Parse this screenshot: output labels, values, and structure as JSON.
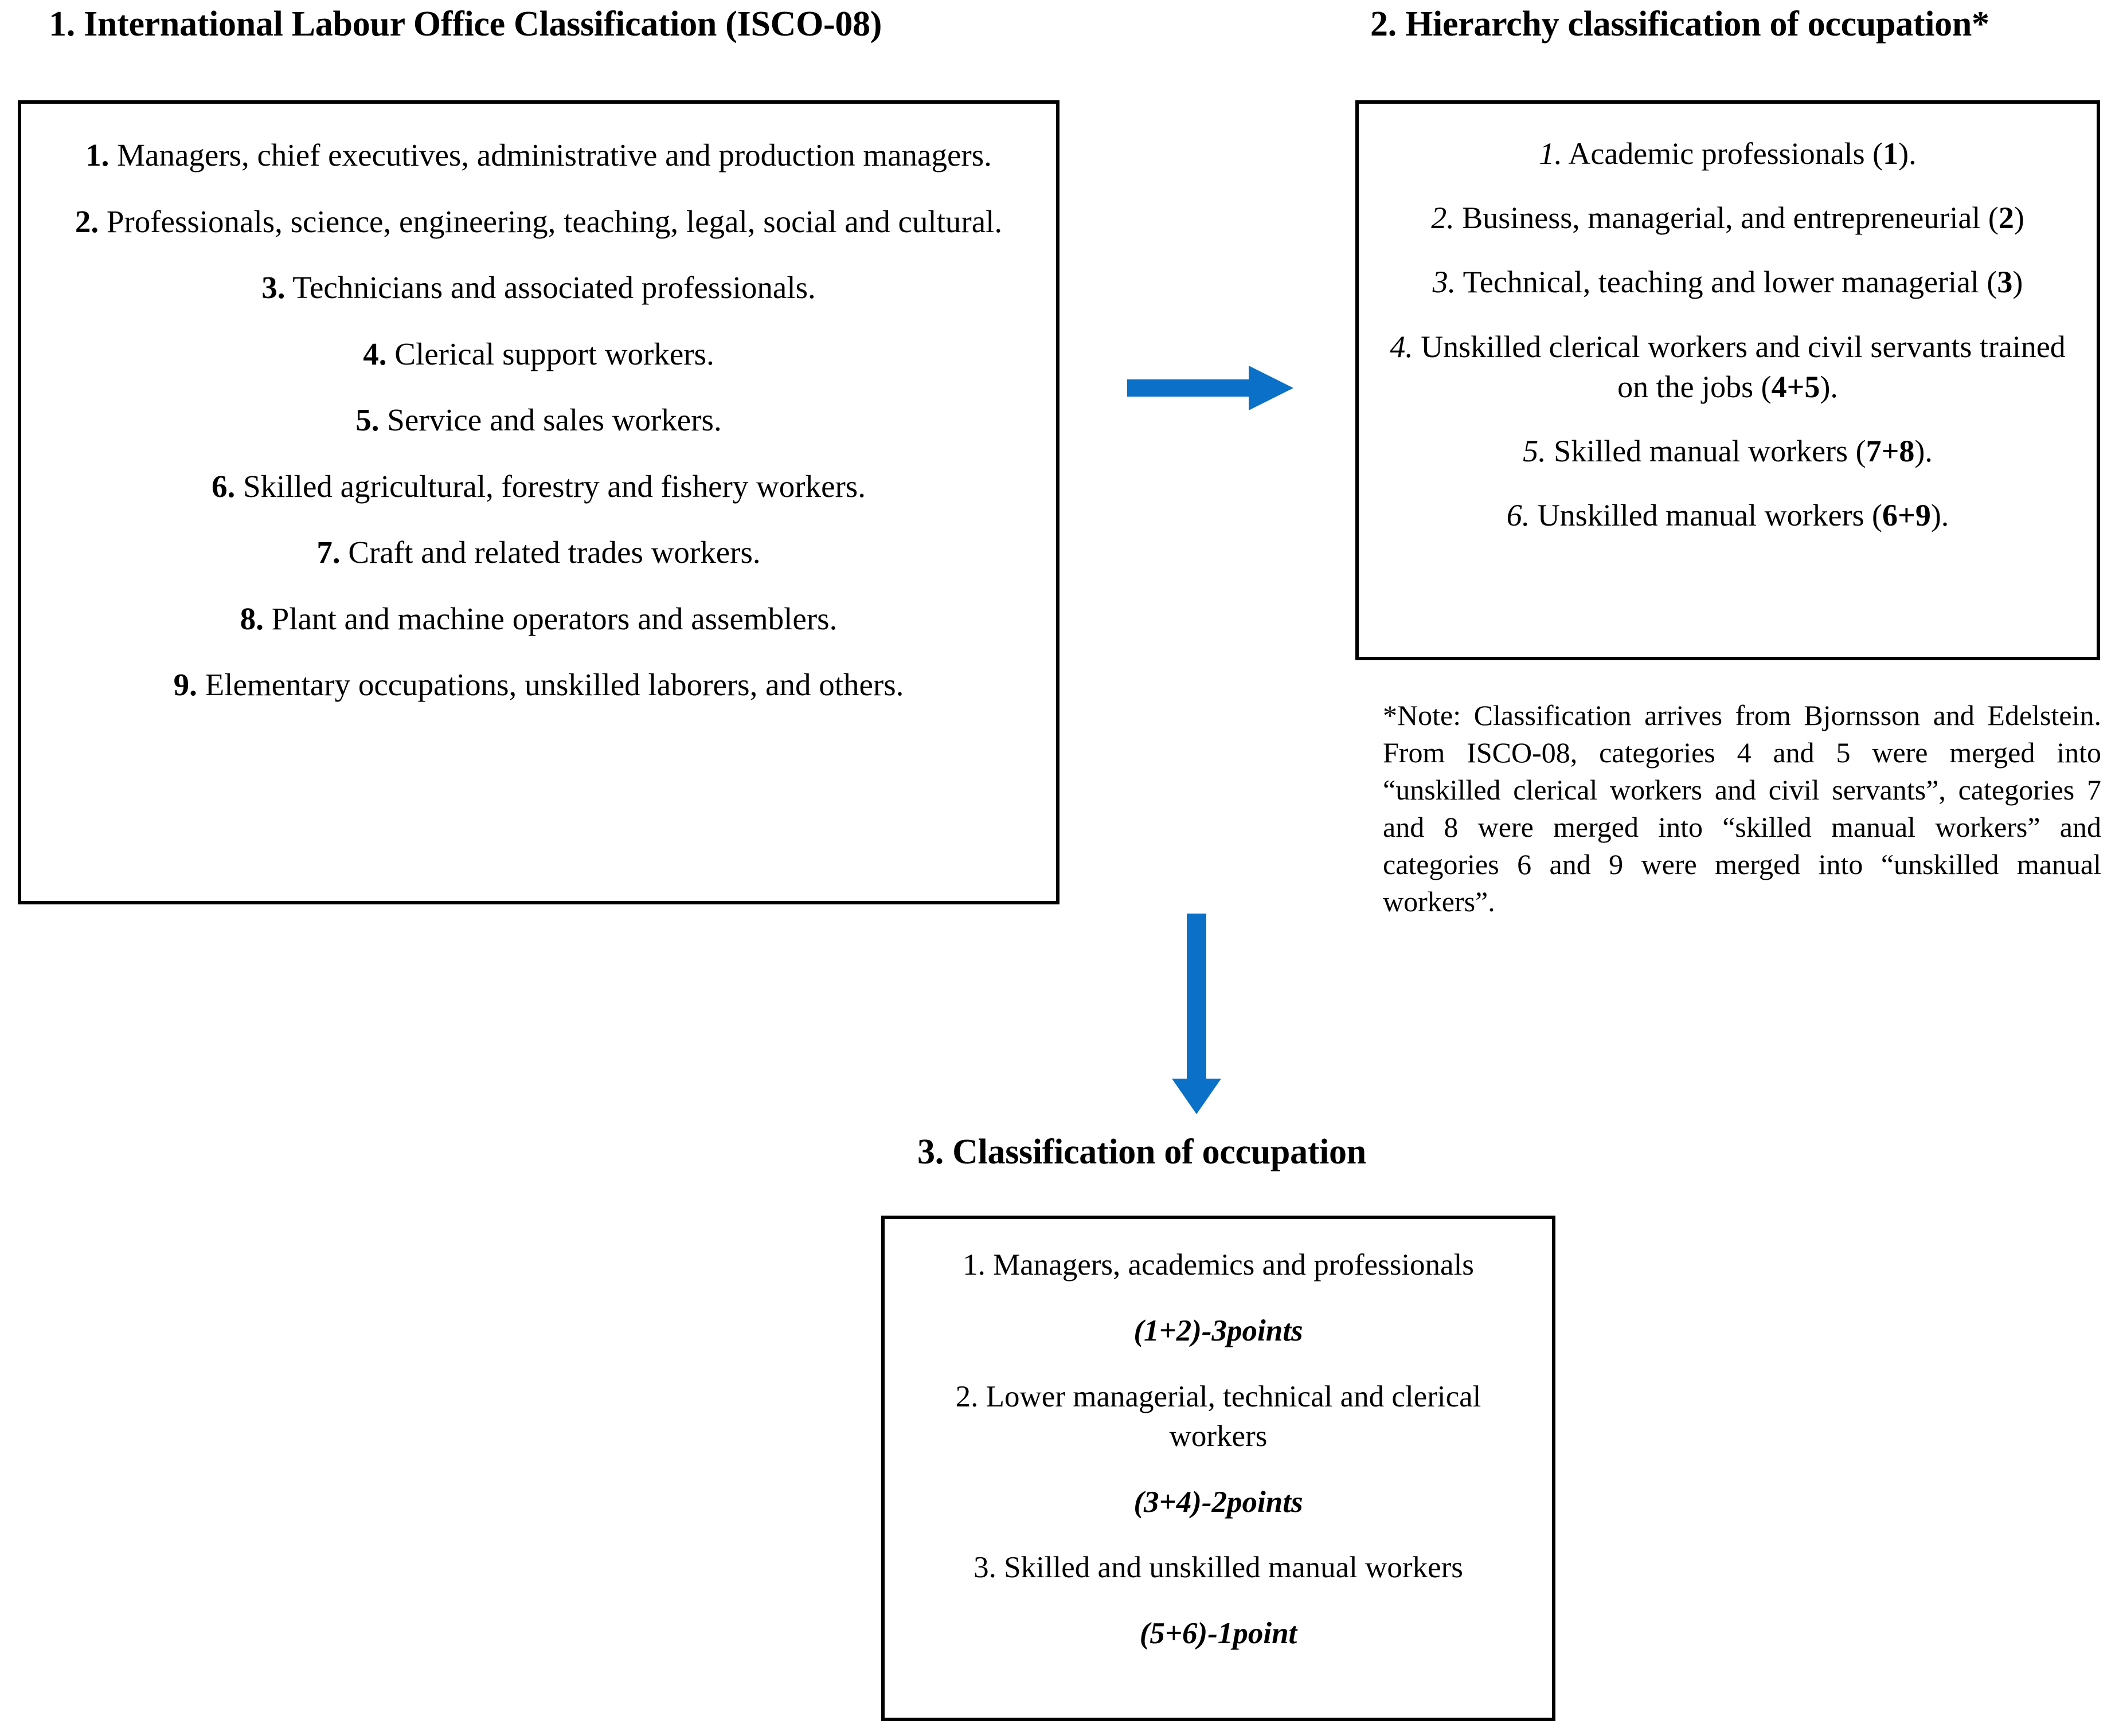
{
  "meta": {
    "accent_color": "#0a70c8",
    "line_color": "#000000",
    "background": "#ffffff"
  },
  "sections": {
    "one": {
      "heading": "1. International Labour Office Classification (ISCO-08)",
      "items": [
        {
          "num": "1.",
          "text": "Managers, chief executives, administrative and production managers."
        },
        {
          "num": "2.",
          "text": "Professionals, science, engineering, teaching, legal, social and cultural."
        },
        {
          "num": "3.",
          "text": "Technicians and associated professionals."
        },
        {
          "num": "4.",
          "text": "Clerical support workers."
        },
        {
          "num": "5.",
          "text": "Service and sales workers."
        },
        {
          "num": "6.",
          "text": "Skilled agricultural, forestry and fishery workers."
        },
        {
          "num": "7.",
          "text": "Craft and related trades workers."
        },
        {
          "num": "8.",
          "text": "Plant and machine operators and assemblers."
        },
        {
          "num": "9.",
          "text": "Elementary occupations, unskilled laborers, and others."
        }
      ]
    },
    "two": {
      "heading": "2. Hierarchy classification of occupation*",
      "items": [
        {
          "num": "1.",
          "text": "Academic professionals (",
          "code": "1",
          "tail": ")."
        },
        {
          "num": "2.",
          "text": "Business, managerial, and entrepreneurial (",
          "code": "2",
          "tail": ")"
        },
        {
          "num": "3.",
          "text": "Technical, teaching and lower managerial (",
          "code": "3",
          "tail": ")"
        },
        {
          "num": "4.",
          "text": "Unskilled clerical workers and civil servants trained on the jobs (",
          "code": "4+5",
          "tail": ")."
        },
        {
          "num": "5.",
          "text": "Skilled manual workers (",
          "code": "7+8",
          "tail": ")."
        },
        {
          "num": "6.",
          "text": "Unskilled manual workers (",
          "code": "6+9",
          "tail": ")."
        }
      ],
      "note": "*Note: Classification arrives from Bjornsson and Edelstein. From ISCO-08, categories 4 and 5 were merged into “unskilled clerical workers and civil servants”, categories 7 and 8 were merged into “skilled manual workers” and categories 6 and 9 were merged into “unskilled manual workers”."
    },
    "three": {
      "heading": "3. Classification of occupation",
      "items": [
        {
          "label": "1. Managers, academics and professionals",
          "points": "(1+2)-3points"
        },
        {
          "label": "2. Lower managerial, technical and clerical workers",
          "points": "(3+4)-2points"
        },
        {
          "label": "3. Skilled and unskilled manual workers",
          "points": "(5+6)-1point"
        }
      ]
    }
  },
  "connectors": {
    "horizontal": {
      "icon": "arrow-right-icon",
      "color": "#0a70c8"
    },
    "vertical": {
      "icon": "arrow-down-icon",
      "color": "#0a70c8"
    }
  }
}
